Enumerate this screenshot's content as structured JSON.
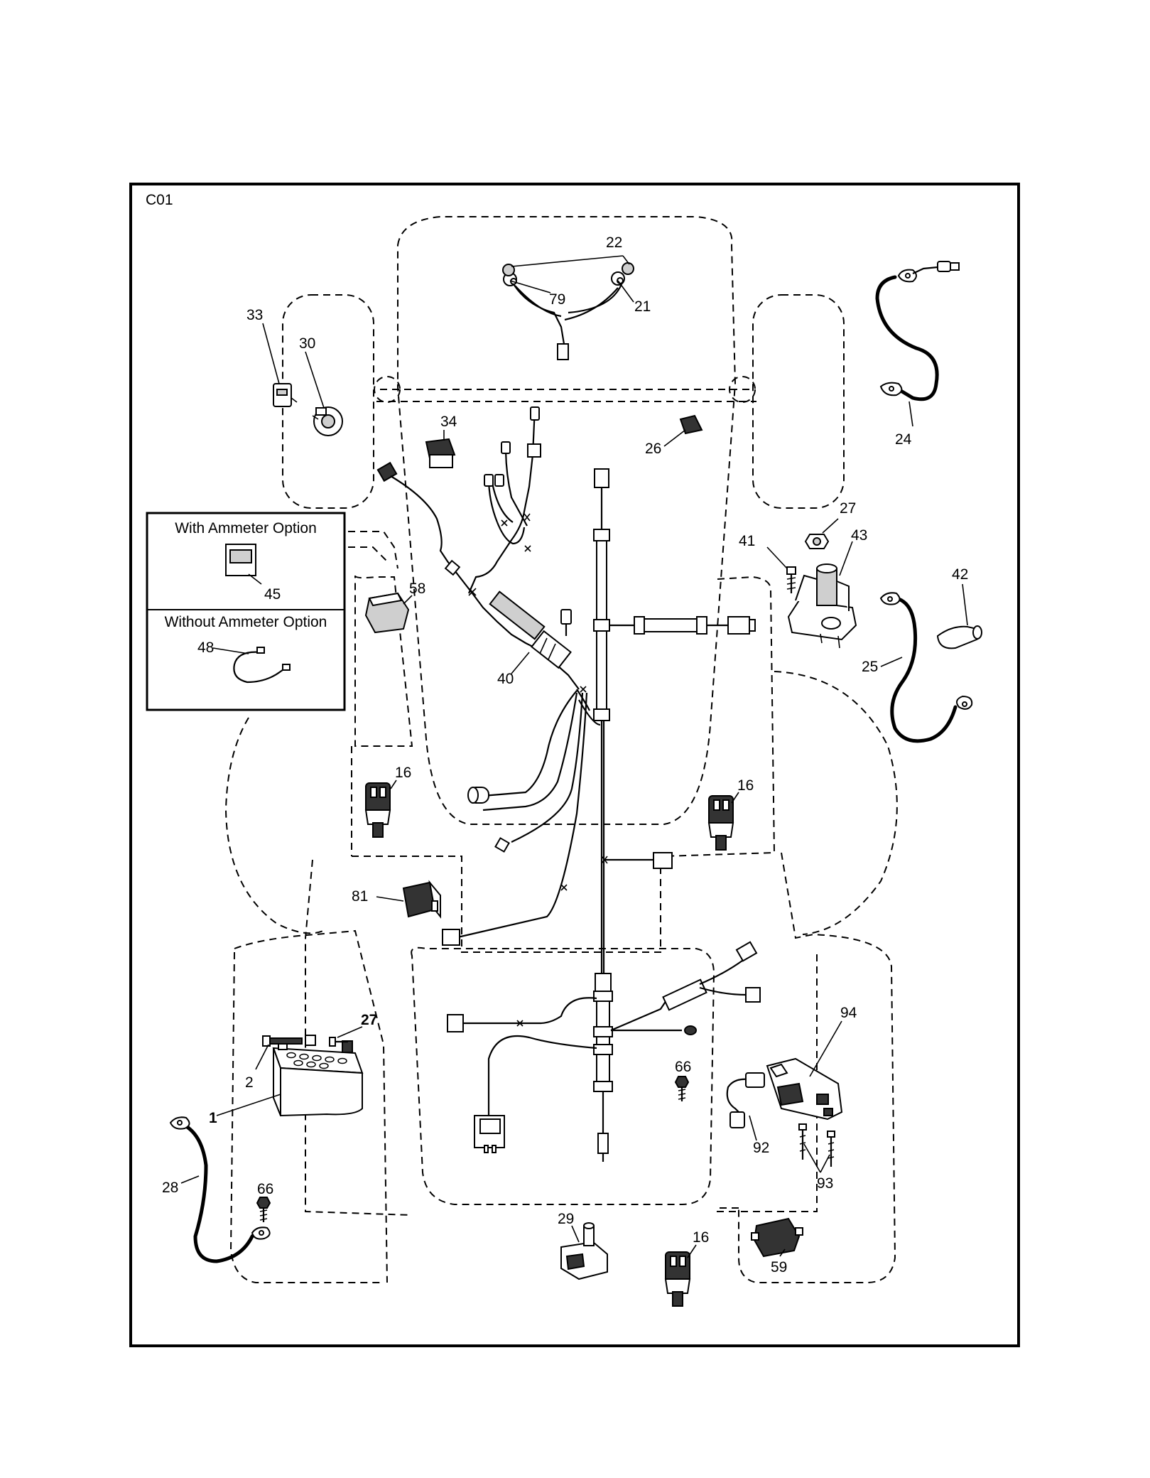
{
  "diagram": {
    "section_code": "C01",
    "options": {
      "with_ammeter": "With Ammeter Option",
      "without_ammeter": "Without Ammeter Option"
    },
    "callouts": [
      {
        "id": "c22",
        "text": "22"
      },
      {
        "id": "c79",
        "text": "79"
      },
      {
        "id": "c21",
        "text": "21"
      },
      {
        "id": "c33",
        "text": "33"
      },
      {
        "id": "c30",
        "text": "30"
      },
      {
        "id": "c34",
        "text": "34"
      },
      {
        "id": "c26",
        "text": "26"
      },
      {
        "id": "c24",
        "text": "24"
      },
      {
        "id": "c27a",
        "text": "27"
      },
      {
        "id": "c41",
        "text": "41"
      },
      {
        "id": "c43",
        "text": "43"
      },
      {
        "id": "c42",
        "text": "42"
      },
      {
        "id": "c25",
        "text": "25"
      },
      {
        "id": "c45",
        "text": "45"
      },
      {
        "id": "c48",
        "text": "48"
      },
      {
        "id": "c58",
        "text": "58"
      },
      {
        "id": "c40",
        "text": "40"
      },
      {
        "id": "c16a",
        "text": "16"
      },
      {
        "id": "c16b",
        "text": "16"
      },
      {
        "id": "c81",
        "text": "81"
      },
      {
        "id": "c27b",
        "text": "27"
      },
      {
        "id": "c2",
        "text": "2"
      },
      {
        "id": "c1",
        "text": "1"
      },
      {
        "id": "c28",
        "text": "28"
      },
      {
        "id": "c66a",
        "text": "66"
      },
      {
        "id": "c66b",
        "text": "66"
      },
      {
        "id": "c94",
        "text": "94"
      },
      {
        "id": "c92",
        "text": "92"
      },
      {
        "id": "c93",
        "text": "93"
      },
      {
        "id": "c29",
        "text": "29"
      },
      {
        "id": "c16c",
        "text": "16"
      },
      {
        "id": "c59",
        "text": "59"
      }
    ]
  }
}
